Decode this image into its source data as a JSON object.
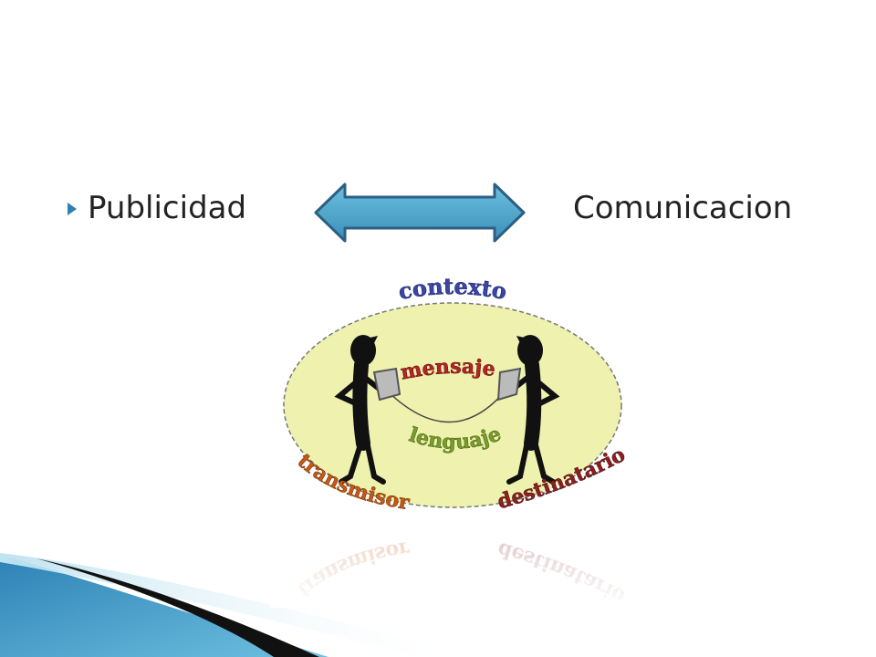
{
  "slide": {
    "left_term": "Publicidad",
    "right_term": "Comunicacion"
  },
  "diagram": {
    "labels": {
      "context": "contexto",
      "message": "mensaje",
      "language": "lenguaje",
      "sender": "transmisor",
      "receiver": "destinatario"
    }
  },
  "colors": {
    "arrow_fill": "#4aa3c8",
    "arrow_stroke": "#2d5f86",
    "bullet": "#2f7fb0",
    "ellipse_fill": "#eef2ae",
    "context_label": "#3a45a8",
    "message_label": "#b52424",
    "language_label": "#7a9c2c",
    "sender_label": "#c55a14",
    "receiver_label": "#8b2020"
  },
  "icons": {
    "bullet": "triangle-right-icon",
    "arrow": "double-arrow-icon"
  }
}
